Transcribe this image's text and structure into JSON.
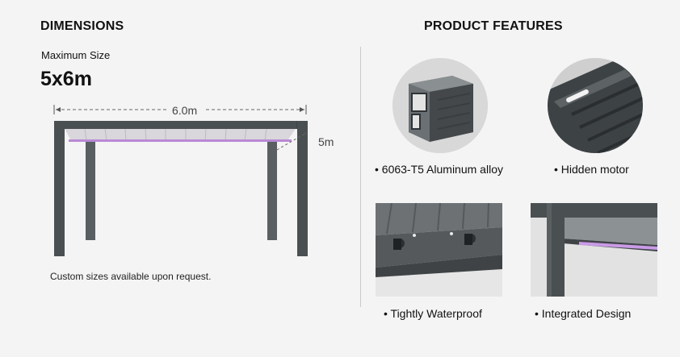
{
  "dimensions": {
    "heading": "DIMENSIONS",
    "max_size_label": "Maximum Size",
    "max_size_value": "5x6m",
    "width_label": "6.0m",
    "depth_label": "5m",
    "note": "Custom sizes available upon request."
  },
  "features": {
    "heading": "PRODUCT FEATURES",
    "items": [
      {
        "label": "6063-T5 Aluminum alloy",
        "icon": "aluminum-profile"
      },
      {
        "label": "Hidden motor",
        "icon": "louver-motor"
      },
      {
        "label": "Tightly Waterproof",
        "icon": "gutter-drain"
      },
      {
        "label": "Integrated Design",
        "icon": "integrated-led-frame"
      }
    ]
  },
  "colors": {
    "frame": "#4a4f52",
    "led": "#b98ad6",
    "background": "#f4f4f4"
  }
}
